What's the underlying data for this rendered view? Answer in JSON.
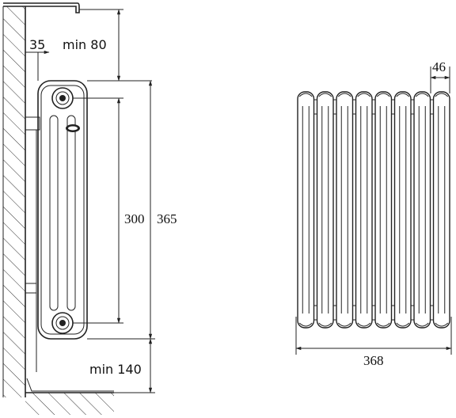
{
  "side_view": {
    "wall_offset": "35",
    "top_clearance": "min 80",
    "axis_distance": "300",
    "total_height": "365",
    "floor_clearance": "min 140"
  },
  "front_view": {
    "section_width": "46",
    "total_width": "368",
    "section_count": 8
  },
  "colors": {
    "line": "#222222",
    "background": "#ffffff"
  }
}
